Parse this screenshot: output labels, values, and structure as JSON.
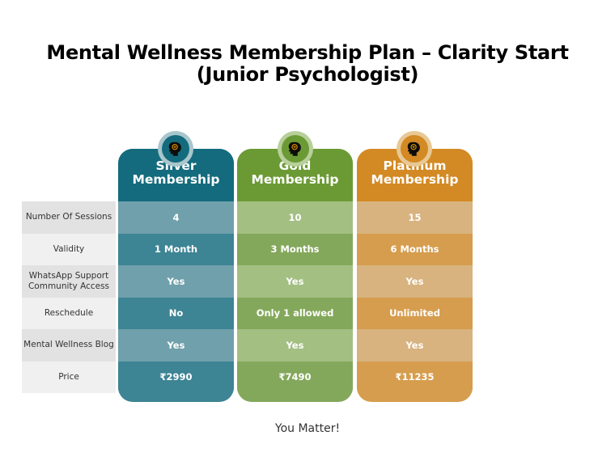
{
  "title": {
    "line1": "Mental Wellness Membership Plan – Clarity Start",
    "line2": "(Junior Psychologist)"
  },
  "row_labels": [
    "Number Of Sessions",
    "Validity",
    "WhatsApp Support Community Access",
    "Reschedule",
    "Mental Wellness Blog",
    "Price"
  ],
  "plans": [
    {
      "name": "Silver Membership",
      "icon": "head-brain-icon",
      "colors": {
        "header": "#146b7d",
        "light": "#6fa0ab",
        "dark": "#3d8494"
      },
      "values": [
        "4",
        "1 Month",
        "Yes",
        "No",
        "Yes",
        "₹2990"
      ]
    },
    {
      "name": "Gold Membership",
      "icon": "head-brain-icon",
      "colors": {
        "header": "#6b9a34",
        "light": "#a3bf82",
        "dark": "#84a85b"
      },
      "values": [
        "10",
        "3 Months",
        "Yes",
        "Only 1 allowed",
        "Yes",
        "₹7490"
      ]
    },
    {
      "name": "Platinum Membership",
      "icon": "head-brain-icon",
      "colors": {
        "header": "#d38a24",
        "light": "#d8b37f",
        "dark": "#d69d4e"
      },
      "values": [
        "15",
        "6 Months",
        "Yes",
        "Unlimited",
        "Yes",
        "₹11235"
      ]
    }
  ],
  "footer": "You Matter!"
}
